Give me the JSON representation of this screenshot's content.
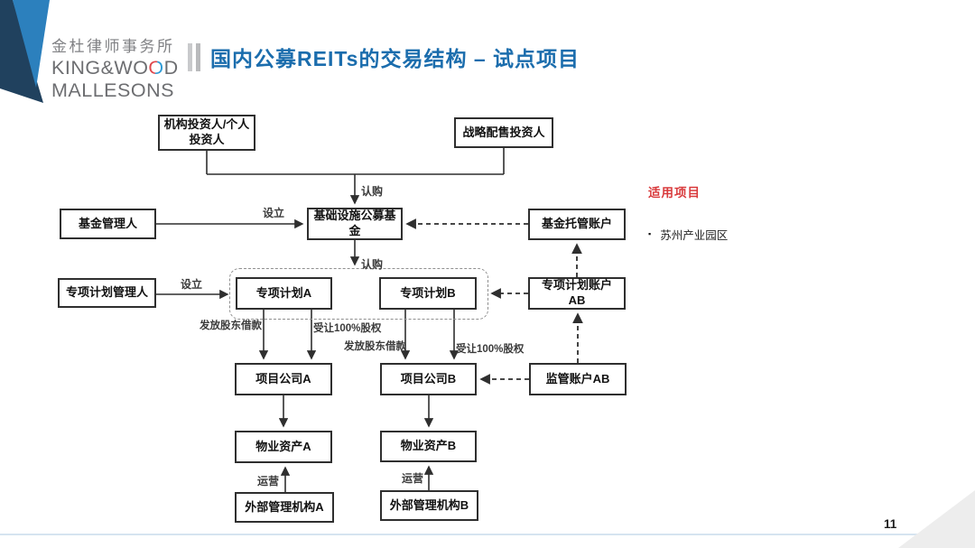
{
  "header": {
    "logo_cn": "金杜律师事务所",
    "logo_en_pre": "KING&WO",
    "logo_en_o": "O",
    "logo_en_post": "D",
    "logo_en_line2": "MALLESONS",
    "title": "国内公募REITs的交易结构 – 试点项目"
  },
  "diagram": {
    "nodes": [
      {
        "label": "机构投资人/个人投资人"
      },
      {
        "label": "战略配售投资人"
      },
      {
        "label": "基金管理人"
      },
      {
        "label": "基础设施公募基金"
      },
      {
        "label": "基金托管账户"
      },
      {
        "label": "专项计划管理人"
      },
      {
        "label": "专项计划A"
      },
      {
        "label": "专项计划B"
      },
      {
        "label": "专项计划账户AB"
      },
      {
        "label": "项目公司A"
      },
      {
        "label": "项目公司B"
      },
      {
        "label": "监管账户AB"
      },
      {
        "label": "物业资产A"
      },
      {
        "label": "物业资产B"
      },
      {
        "label": "外部管理机构A"
      },
      {
        "label": "外部管理机构B"
      }
    ],
    "edge_labels": [
      {
        "text": "认购"
      },
      {
        "text": "设立"
      },
      {
        "text": "认购"
      },
      {
        "text": "设立"
      },
      {
        "text": "发放股东借款"
      },
      {
        "text": "受让100%股权"
      },
      {
        "text": "发放股东借款"
      },
      {
        "text": "受让100%股权"
      },
      {
        "text": "运营"
      },
      {
        "text": "运营"
      }
    ]
  },
  "side_panel": {
    "title": "适用项目",
    "bullet": "▪",
    "items": [
      {
        "text": "苏州产业园区"
      }
    ]
  },
  "footer": {
    "page_number": "11"
  },
  "colors": {
    "title_blue": "#1b6dad",
    "accent_red": "#d93a3c",
    "line_dark": "#2f2f2f",
    "logo_navy": "#20415e",
    "logo_blue": "#2c80bd",
    "footer_line_blue": "#d6e4f0",
    "corner_gray": "#ededed"
  }
}
